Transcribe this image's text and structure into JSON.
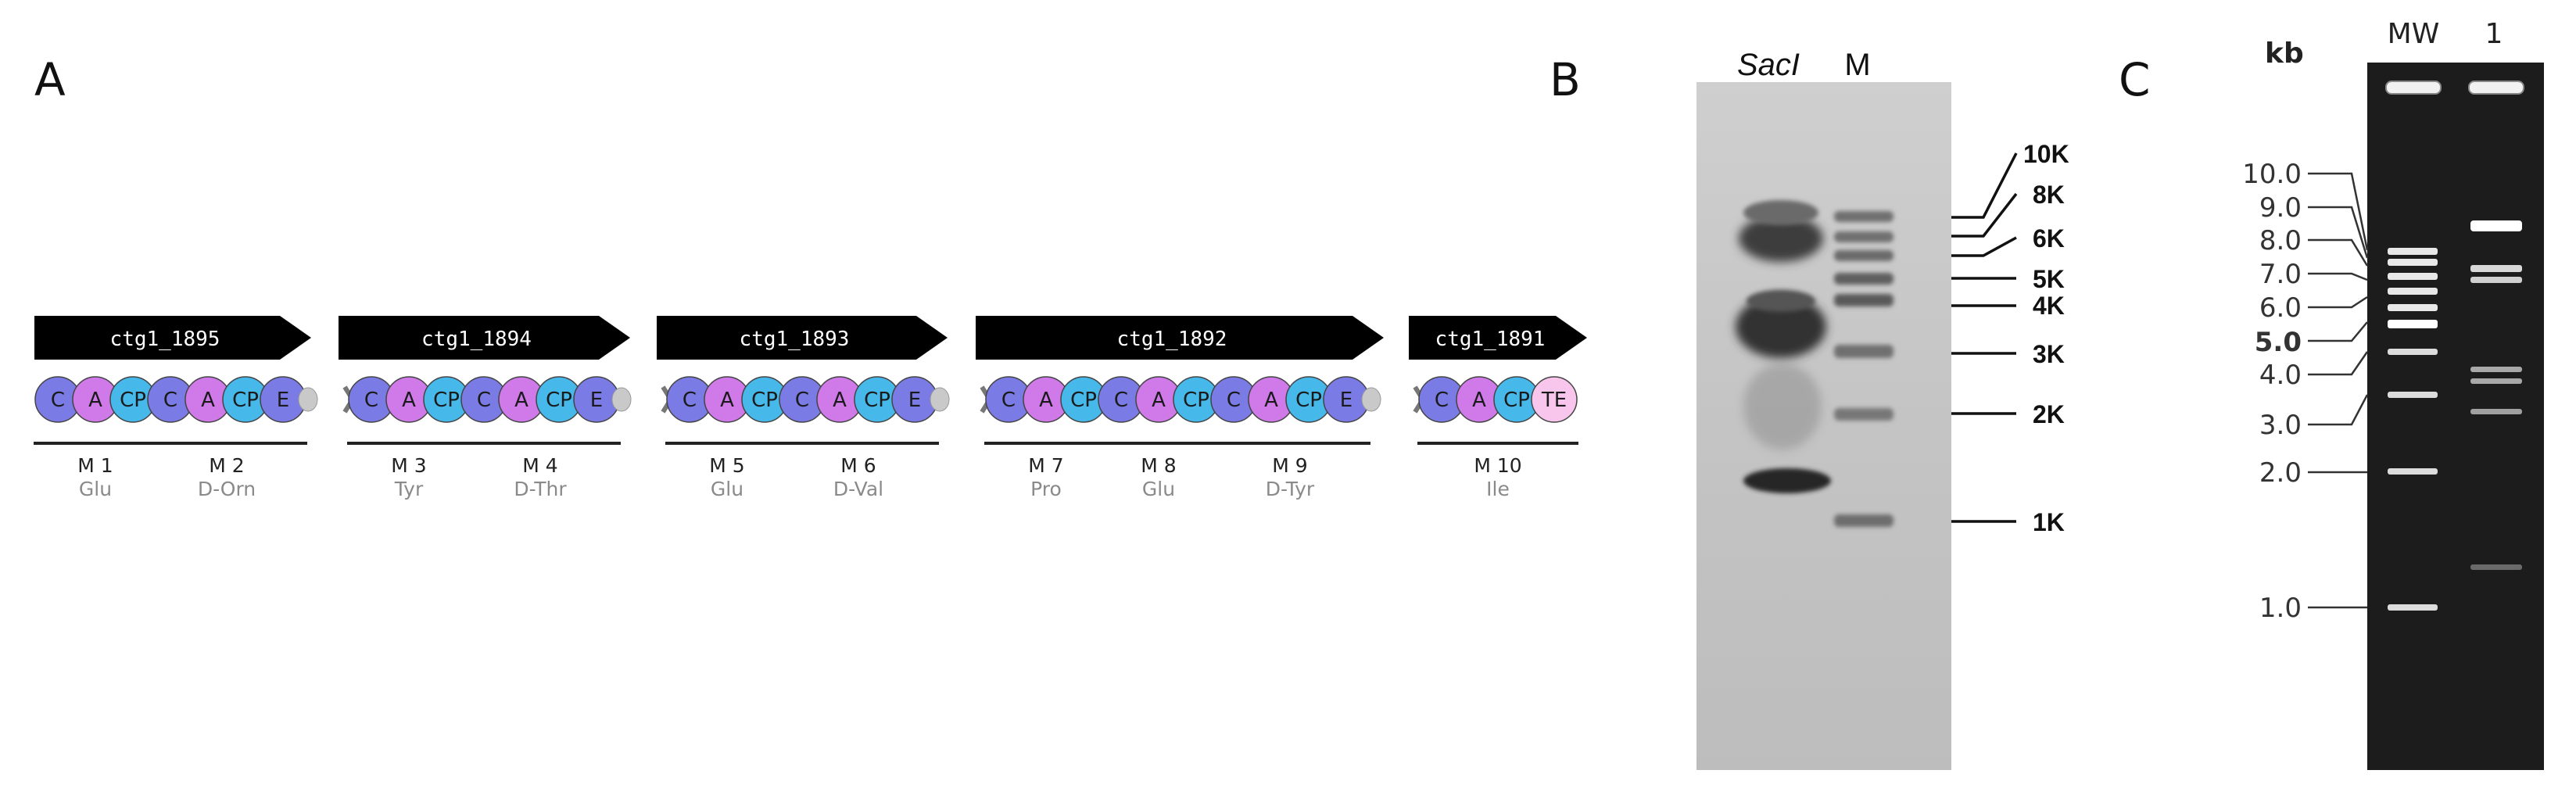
{
  "panels": {
    "a": "A",
    "b": "B",
    "c": "C"
  },
  "panel_a": {
    "colors": {
      "C": "#7b7be6",
      "A": "#cf7ae8",
      "CP": "#46b8ea",
      "E": "#7b7be6",
      "TE": "#f8c6ec",
      "linker": "#c9c9c9"
    },
    "genes": [
      {
        "name": "ctg1_1895",
        "domains": [
          "C",
          "A",
          "CP",
          "C",
          "A",
          "CP",
          "E"
        ],
        "lead_chevron": false,
        "tail_dot": true,
        "modules": [
          {
            "label": "M 1",
            "aa": "Glu"
          },
          {
            "label": "M 2",
            "aa": "D-Orn"
          }
        ]
      },
      {
        "name": "ctg1_1894",
        "domains": [
          "C",
          "A",
          "CP",
          "C",
          "A",
          "CP",
          "E"
        ],
        "lead_chevron": true,
        "tail_dot": true,
        "modules": [
          {
            "label": "M 3",
            "aa": "Tyr"
          },
          {
            "label": "M 4",
            "aa": "D-Thr"
          }
        ]
      },
      {
        "name": "ctg1_1893",
        "domains": [
          "C",
          "A",
          "CP",
          "C",
          "A",
          "CP",
          "E"
        ],
        "lead_chevron": true,
        "tail_dot": true,
        "modules": [
          {
            "label": "M 5",
            "aa": "Glu"
          },
          {
            "label": "M 6",
            "aa": "D-Val"
          }
        ]
      },
      {
        "name": "ctg1_1892",
        "domains": [
          "C",
          "A",
          "CP",
          "C",
          "A",
          "CP",
          "C",
          "A",
          "CP",
          "E"
        ],
        "lead_chevron": true,
        "tail_dot": true,
        "modules": [
          {
            "label": "M 7",
            "aa": "Pro"
          },
          {
            "label": "M 8",
            "aa": "Glu"
          },
          {
            "label": "M 9",
            "aa": "D-Tyr"
          }
        ]
      },
      {
        "name": "ctg1_1891",
        "domains": [
          "C",
          "A",
          "CP",
          "TE"
        ],
        "lead_chevron": true,
        "tail_dot": false,
        "modules": [
          {
            "label": "M 10",
            "aa": "Ile"
          }
        ]
      }
    ]
  },
  "panel_b": {
    "lanes": [
      "SacI",
      "M"
    ],
    "marker_labels": [
      "10K",
      "8K",
      "6K",
      "5K",
      "4K",
      "3K",
      "2K",
      "1K"
    ]
  },
  "panel_c": {
    "unit": "kb",
    "lanes": [
      "MW",
      "1"
    ],
    "marker_labels": [
      "10.0",
      "9.0",
      "8.0",
      "7.0",
      "6.0",
      "5.0",
      "4.0",
      "3.0",
      "2.0",
      "1.0"
    ]
  }
}
